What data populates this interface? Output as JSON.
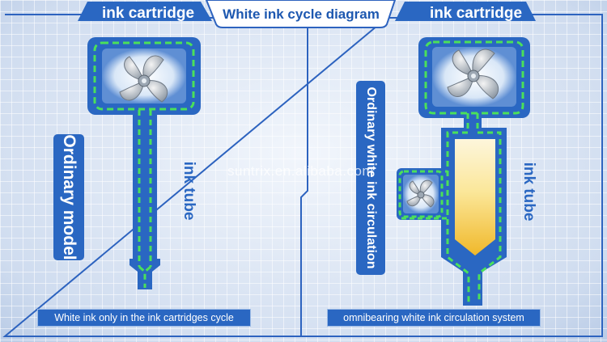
{
  "title": "White ink cycle diagram",
  "left_panel": {
    "header": "ink cartridge",
    "model_label": "Ordinary model",
    "tube_label": "ink tube",
    "caption": "White ink only in the ink cartridges cycle"
  },
  "right_panel": {
    "header": "ink cartridge",
    "circulation_label": "Ordinary white ink circulation",
    "tube_label": "ink tube",
    "caption": "omnibearing white ink circulation system"
  },
  "watermark": "suntrix.en.alibaba.com",
  "colors": {
    "frame": "#1f5fbf",
    "tube": "#2a67c2",
    "flow": "#4be05a",
    "reservoir": "#f2c23a"
  }
}
